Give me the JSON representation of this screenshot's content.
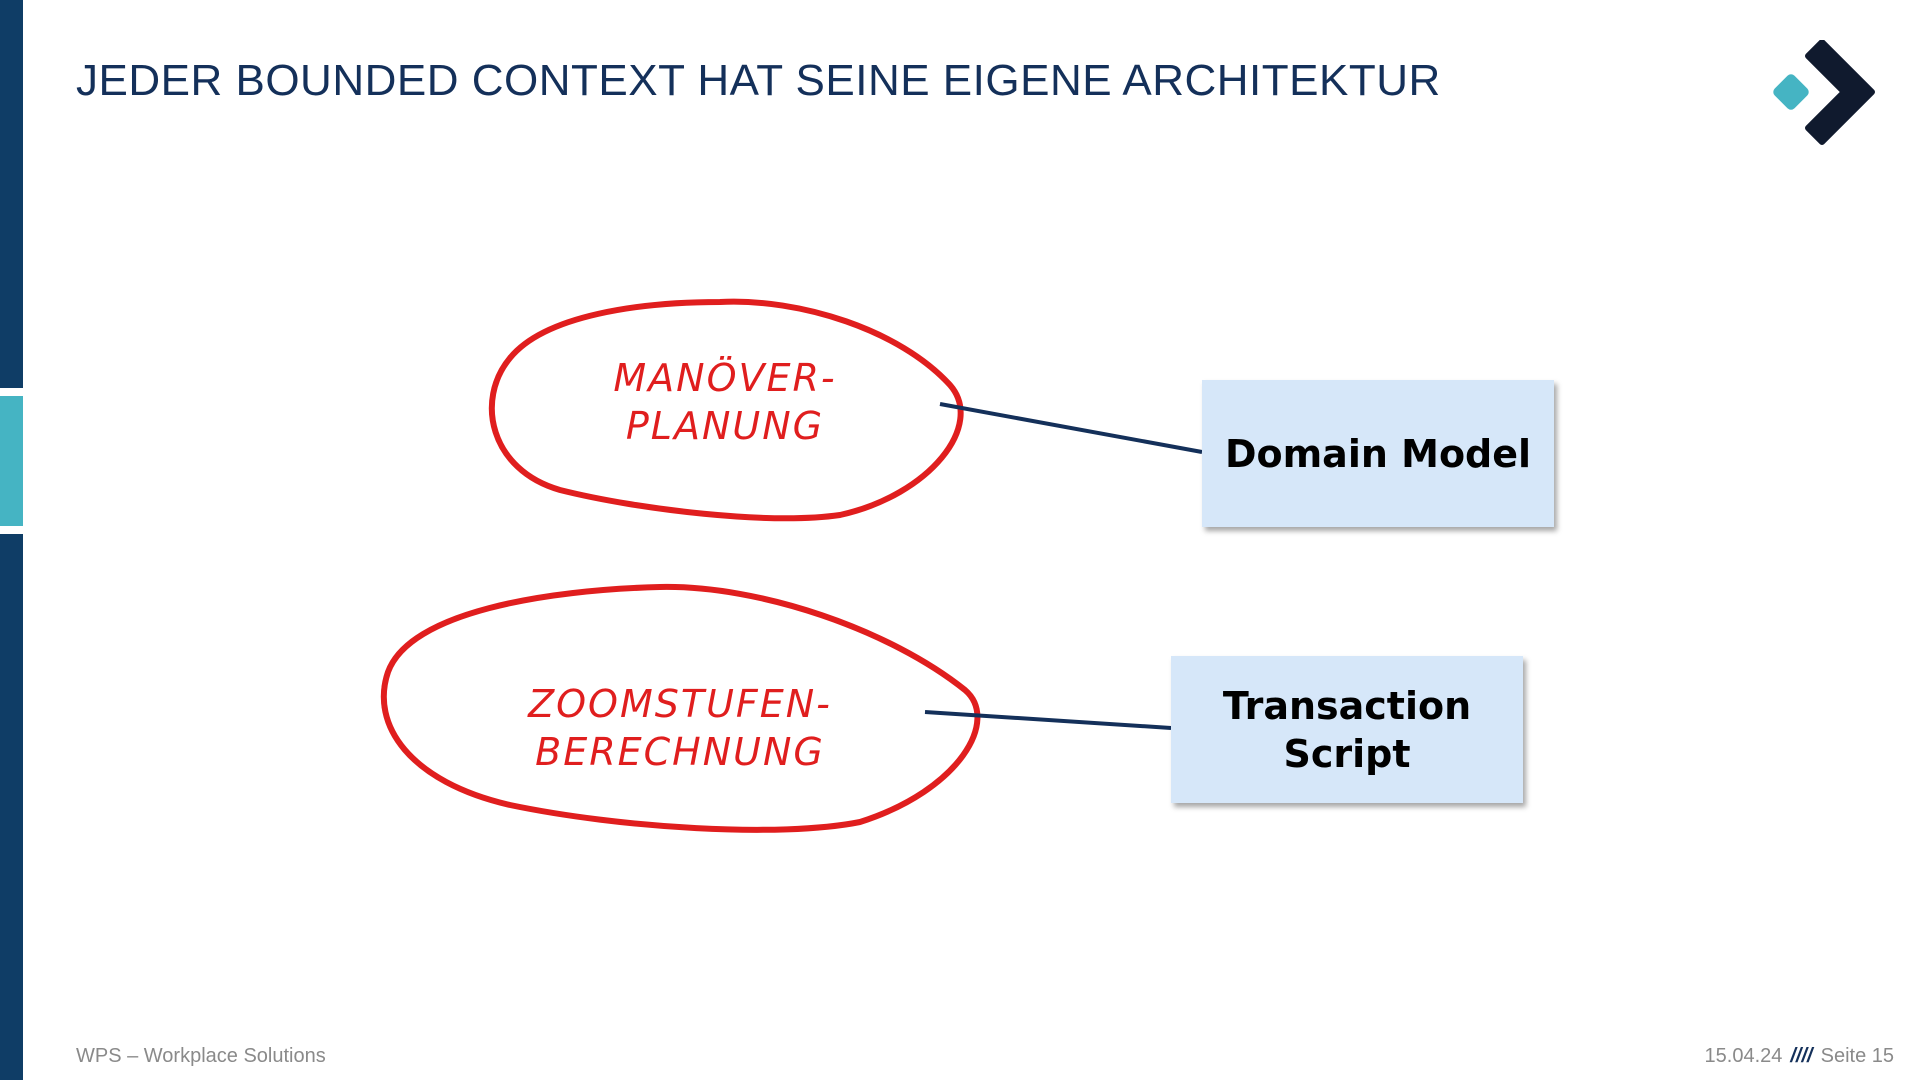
{
  "slide": {
    "title": "JEDER BOUNDED CONTEXT HAT SEINE EIGENE ARCHITEKTUR",
    "logo_icon": "wps-chevron-logo-icon",
    "colors": {
      "navy": "#0f3d66",
      "teal": "#45b4c3",
      "context_red": "#e01e1e",
      "box_blue": "#d6e7f9",
      "connector": "#14305a"
    }
  },
  "contexts": [
    {
      "label": "MANÖVER-\nPLANUNG"
    },
    {
      "label": "ZOOMSTUFEN-\nBERECHNUNG"
    }
  ],
  "architectures": [
    {
      "label": "Domain Model"
    },
    {
      "label": "Transaction\nScript"
    }
  ],
  "footer": {
    "company": "WPS – Workplace Solutions",
    "date": "15.04.24",
    "separator": "////",
    "page": "Seite 15"
  }
}
